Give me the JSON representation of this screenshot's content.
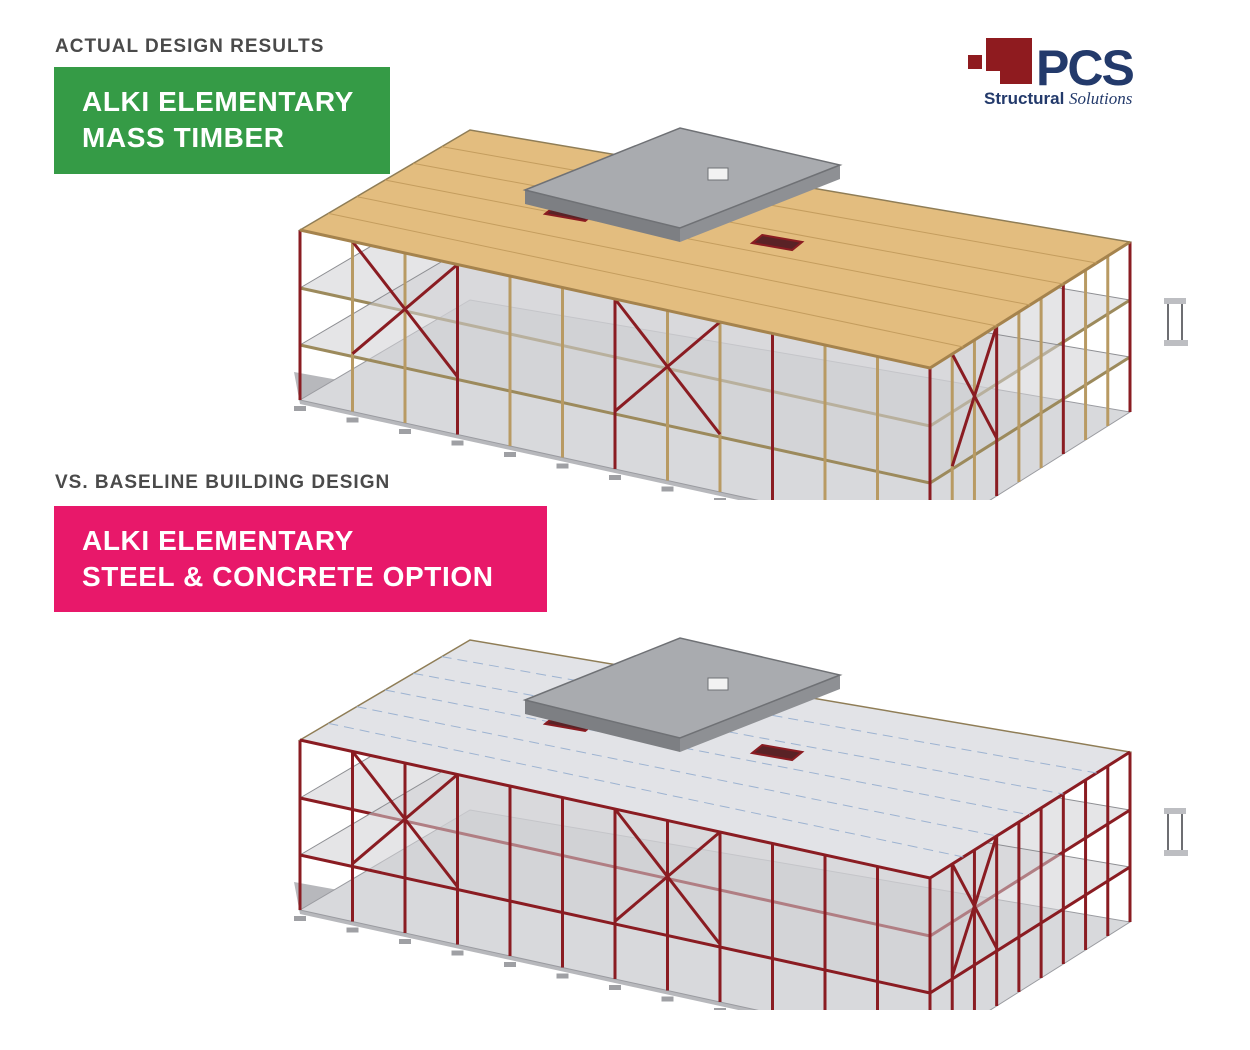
{
  "top_section": {
    "kicker": "ACTUAL DESIGN RESULTS",
    "banner_line1": "ALKI ELEMENTARY",
    "banner_line2": "MASS TIMBER",
    "banner_color": "#359b46",
    "deck_color": "#e3bd7f"
  },
  "bottom_section": {
    "kicker": "VS. BASELINE BUILDING DESIGN",
    "banner_line1": "ALKI ELEMENTARY",
    "banner_line2": "STEEL & CONCRETE OPTION",
    "banner_color": "#e8186a",
    "deck_color": "#e2e3e7"
  },
  "logo": {
    "wordmark": "PCS",
    "tagline_bold": "Structural",
    "tagline_italic": "Solutions",
    "mark_color": "#8f1b1f",
    "text_color": "#233a6b"
  },
  "colors": {
    "steel_frame": "#8a1c22",
    "timber_post": "#b89a63",
    "slab_grey": "#cfd0d4",
    "rooftop_grey": "#a9abaf"
  }
}
